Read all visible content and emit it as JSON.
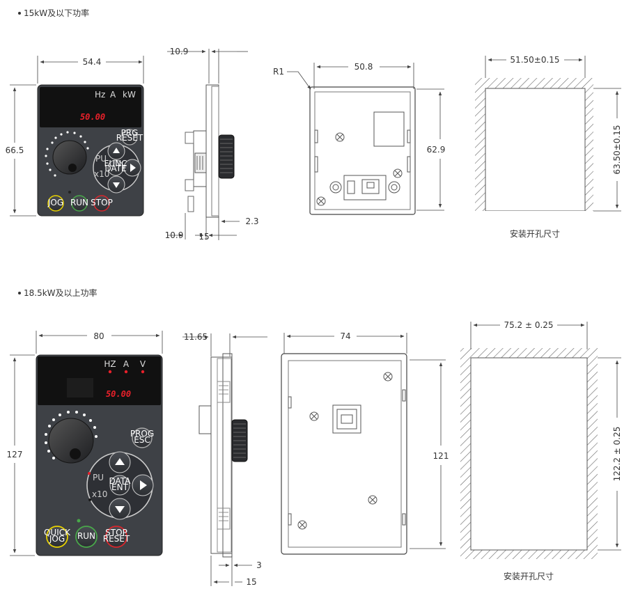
{
  "sections": [
    {
      "heading": "15kW及以下功率",
      "front": {
        "width": "54.4",
        "height": "66.5",
        "display": "50.00",
        "units": [
          "Hz",
          "A",
          "kW"
        ],
        "prog": [
          "PRG",
          "RESET"
        ],
        "func": [
          "FUNC",
          "DATE"
        ],
        "pu": "PU",
        "x10": "x10",
        "buttons": [
          "JOG",
          "RUN",
          "STOP"
        ]
      },
      "side": {
        "top_left": "10.9",
        "bottom_left": "10.9",
        "right": "2.3",
        "bottom": "15"
      },
      "back": {
        "width": "50.8",
        "height": "62.9",
        "radius": "R1"
      },
      "cutout": {
        "width": "51.50±0.15",
        "height": "63.50±0.15",
        "caption": "安装开孔尺寸"
      }
    },
    {
      "heading": "18.5kW及以上功率",
      "front": {
        "width": "80",
        "height": "127",
        "display": "50.00",
        "units": [
          "HZ",
          "A",
          "V"
        ],
        "prog": [
          "PROG",
          "ESC"
        ],
        "func": [
          "DATA",
          "ENT"
        ],
        "pu": "PU",
        "x10": "x10",
        "quick": [
          "QUICK",
          "JOG"
        ],
        "run": "RUN",
        "stop": [
          "STOP",
          "RESET"
        ]
      },
      "side": {
        "top": "11.65",
        "right": "3",
        "bottom": "15"
      },
      "back": {
        "width": "74",
        "height": "121"
      },
      "cutout": {
        "width": "75.2 ± 0.25",
        "height": "122.2 ± 0.25",
        "caption": "安装开孔尺寸"
      }
    }
  ],
  "colors": {
    "display_digits": "#e8202a",
    "panel": "#3a3d42",
    "jog": "#e8d200",
    "run": "#49a84a",
    "stop": "#d9262c"
  }
}
